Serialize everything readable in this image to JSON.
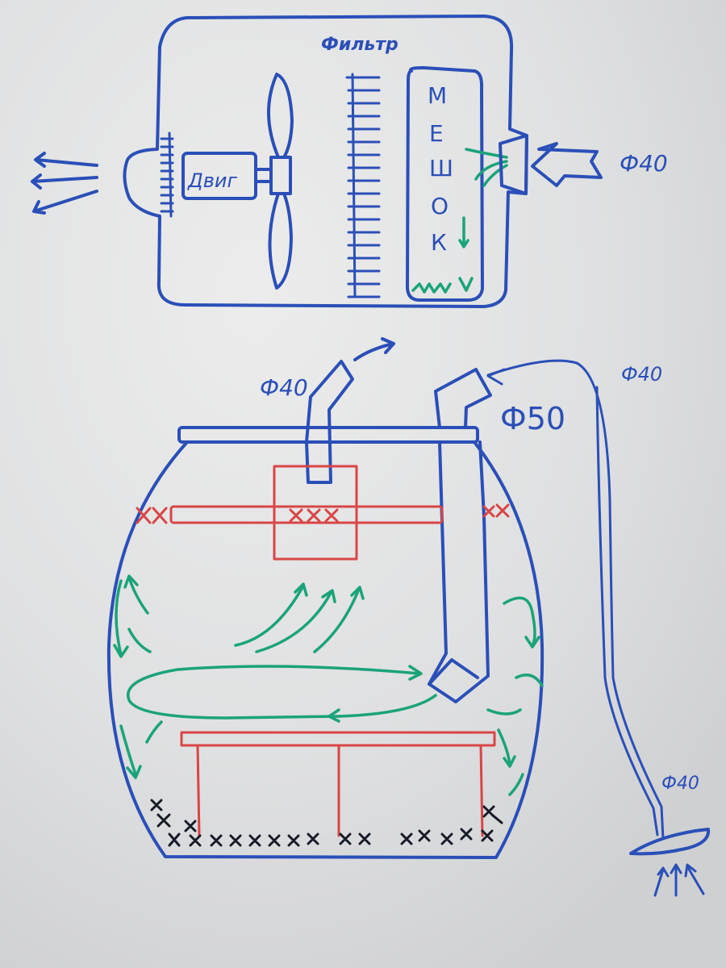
{
  "labels": {
    "filter": "Фильтр",
    "motor": "Двиг",
    "bag_letters": [
      "М",
      "Е",
      "Ш",
      "О",
      "К"
    ],
    "phi40_inlet": "Ф40",
    "phi40_top": "Ф40",
    "phi40_hose": "Ф40",
    "phi50": "Ф50",
    "phi40_nozzle": "Ф40"
  },
  "colors": {
    "board": "#d9dadc",
    "marker_blue": "#2a4fb8",
    "marker_red": "#d94545",
    "marker_green": "#1aa37a",
    "marker_black": "#151a26"
  }
}
